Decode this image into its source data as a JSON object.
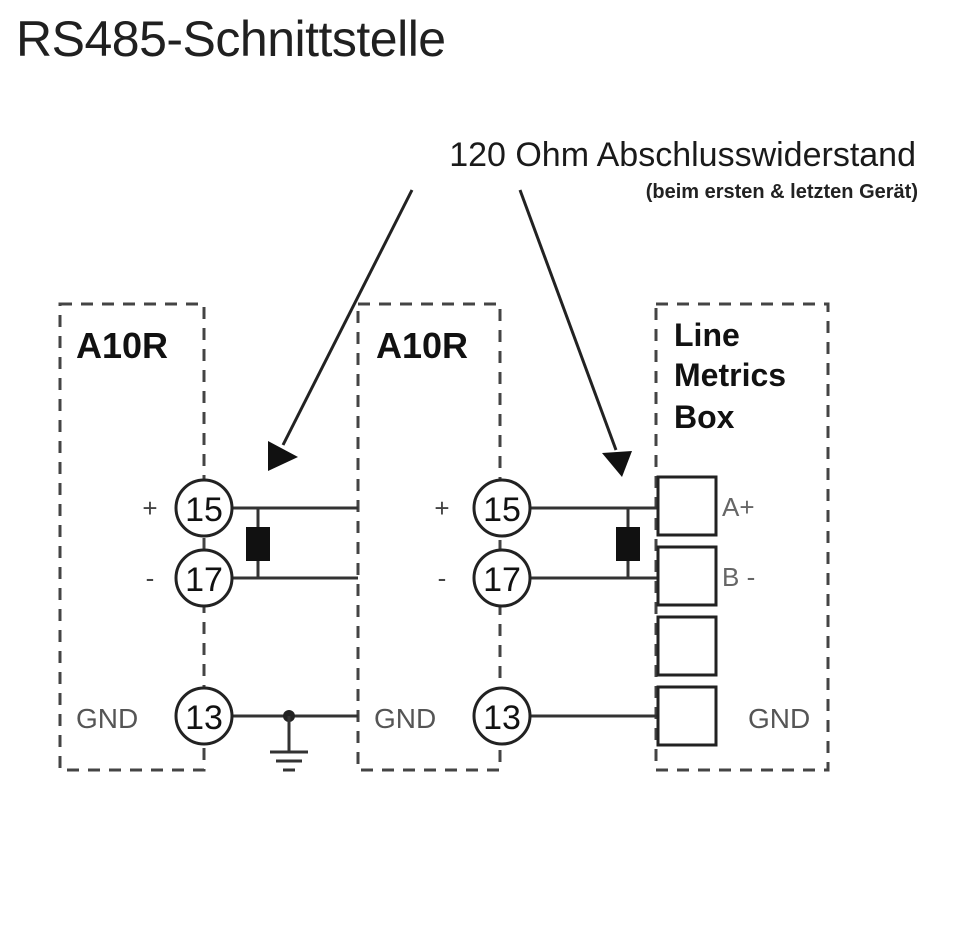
{
  "title": "RS485-Schnittstelle",
  "annotation": {
    "main": "120 Ohm Abschlusswiderstand",
    "sub": "(beim ersten & letzten Gerät)"
  },
  "devices": [
    {
      "name": "A10R",
      "terminals": [
        {
          "number": "15",
          "label": "+"
        },
        {
          "number": "17",
          "label": "-"
        },
        {
          "number": "13",
          "label": "GND"
        }
      ]
    },
    {
      "name": "A10R",
      "terminals": [
        {
          "number": "15",
          "label": "+"
        },
        {
          "number": "17",
          "label": "-"
        },
        {
          "number": "13",
          "label": "GND"
        }
      ]
    }
  ],
  "box": {
    "name_lines": [
      "Line",
      "Metrics",
      "Box"
    ],
    "terminals": [
      {
        "label": "A+"
      },
      {
        "label": "B -"
      },
      {
        "label": ""
      },
      {
        "label": "GND"
      }
    ]
  }
}
